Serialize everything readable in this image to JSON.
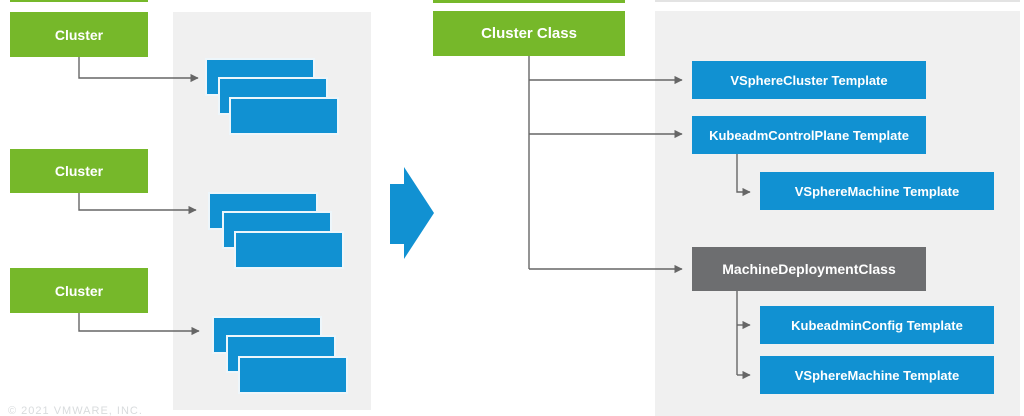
{
  "diagram": {
    "title_semantic": "cluster-to-clusterclass-transformation",
    "left": {
      "clusters": [
        {
          "label": "Cluster"
        },
        {
          "label": "Cluster"
        },
        {
          "label": "Cluster"
        }
      ],
      "stacks": {
        "count": 3,
        "cards_per_stack": 3
      }
    },
    "transform_arrow_icon": "right-arrow",
    "right": {
      "class_box": {
        "label": "Cluster Class"
      },
      "templates": [
        {
          "label": "VSphereCluster Template",
          "style": "blue"
        },
        {
          "label": "KubeadmControlPlane Template",
          "style": "blue"
        },
        {
          "label": "VSphereMachine Template",
          "style": "blue"
        },
        {
          "label": "MachineDeploymentClass",
          "style": "dark-gray"
        },
        {
          "label": "KubeadminConfig Template",
          "style": "blue"
        },
        {
          "label": "VSphereMachine Template",
          "style": "blue"
        }
      ]
    },
    "footer": {
      "copyright": "© 2021 VMWARE, INC."
    },
    "colors": {
      "green": "#76b82a",
      "blue": "#1191d2",
      "dark_gray": "#6d6e70",
      "panel_gray": "#f0f0f0",
      "connector": "#666666"
    }
  }
}
